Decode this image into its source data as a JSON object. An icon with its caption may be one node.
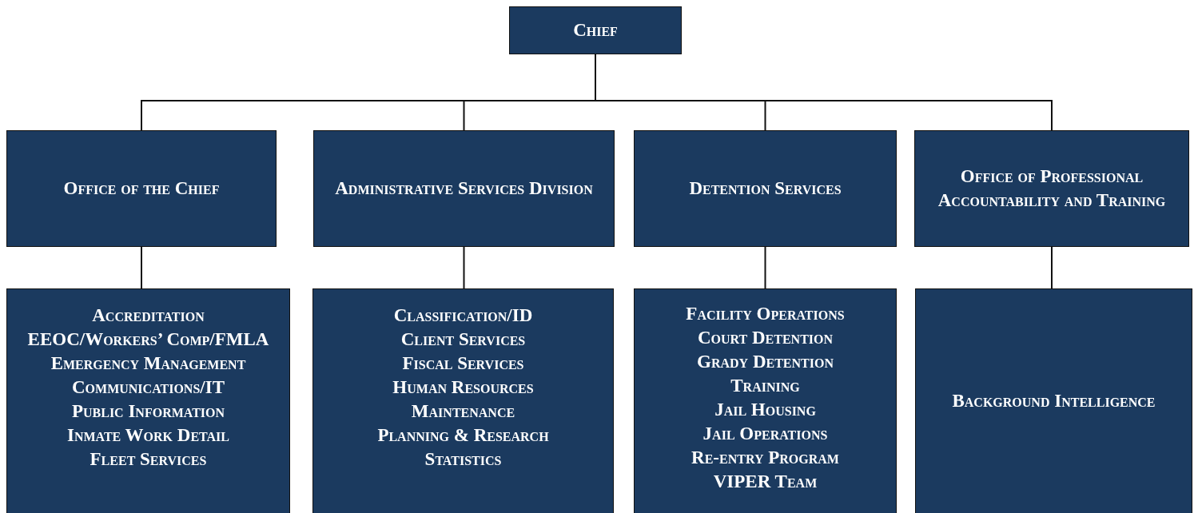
{
  "diagram": {
    "nodes": [
      {
        "text": [
          "Chief"
        ]
      },
      {
        "text": [
          "Office of the Chief"
        ]
      },
      {
        "text": [
          "Administrative Services Division"
        ]
      },
      {
        "text": [
          "Detention Services"
        ]
      },
      {
        "text": [
          "Office of Professional Accountability and Training"
        ]
      },
      {
        "text": [
          "Accreditation",
          "EEOC/Workers’ Comp/FMLA",
          "Emergency Management",
          "Communications/IT",
          "Public Information",
          "Inmate Work Detail",
          "Fleet Services"
        ]
      },
      {
        "text": [
          "Classification/ID",
          "Client Services",
          "Fiscal Services",
          "Human Resources",
          "Maintenance",
          "Planning & Research",
          "Statistics"
        ]
      },
      {
        "text": [
          "Facility Operations",
          "Court Detention",
          "Grady Detention",
          "Training",
          "Jail Housing",
          "Jail Operations",
          "Re-entry Program",
          "VIPER Team"
        ]
      },
      {
        "text": [
          "Background Intelligence"
        ]
      }
    ],
    "edges": [
      {
        "from": 0,
        "to": 1,
        "arrow": "none"
      },
      {
        "from": 0,
        "to": 2,
        "arrow": "none"
      },
      {
        "from": 0,
        "to": 3,
        "arrow": "none"
      },
      {
        "from": 0,
        "to": 4,
        "arrow": "none"
      },
      {
        "from": 1,
        "to": 5,
        "arrow": "none"
      },
      {
        "from": 2,
        "to": 6,
        "arrow": "none"
      },
      {
        "from": 3,
        "to": 7,
        "arrow": "none"
      },
      {
        "from": 4,
        "to": 8,
        "arrow": "none"
      }
    ]
  }
}
